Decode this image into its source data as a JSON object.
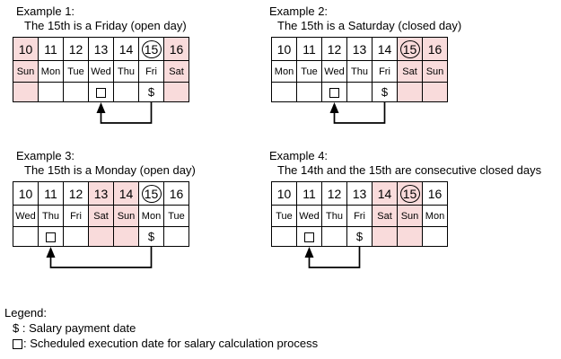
{
  "colors": {
    "closed_day_bg": "#f9dbdb",
    "table_border": "#000000",
    "arrow": "#000000",
    "text": "#000000"
  },
  "examples": [
    {
      "title": "Example 1:",
      "subtitle": "The 15th is a Friday (open day)",
      "days": [
        "10",
        "11",
        "12",
        "13",
        "14",
        "15",
        "16"
      ],
      "day_names": [
        "Sun",
        "Mon",
        "Tue",
        "Wed",
        "Thu",
        "Fri",
        "Sat"
      ],
      "closed_cols": [
        0,
        6
      ],
      "circled_col": 5,
      "execution_col": 3,
      "payment_col": 5
    },
    {
      "title": "Example 2:",
      "subtitle": "The 15th is a Saturday (closed day)",
      "days": [
        "10",
        "11",
        "12",
        "13",
        "14",
        "15",
        "16"
      ],
      "day_names": [
        "Mon",
        "Tue",
        "Wed",
        "Thu",
        "Fri",
        "Sat",
        "Sun"
      ],
      "closed_cols": [
        5,
        6
      ],
      "circled_col": 5,
      "execution_col": 2,
      "payment_col": 4
    },
    {
      "title": "Example 3:",
      "subtitle": "The 15th is a Monday (open day)",
      "days": [
        "10",
        "11",
        "12",
        "13",
        "14",
        "15",
        "16"
      ],
      "day_names": [
        "Wed",
        "Thu",
        "Fri",
        "Sat",
        "Sun",
        "Mon",
        "Tue"
      ],
      "closed_cols": [
        3,
        4
      ],
      "circled_col": 5,
      "execution_col": 1,
      "payment_col": 5
    },
    {
      "title": "Example 4:",
      "subtitle": "The 14th and the 15th are consecutive closed days",
      "days": [
        "10",
        "11",
        "12",
        "13",
        "14",
        "15",
        "16"
      ],
      "day_names": [
        "Tue",
        "Wed",
        "Thu",
        "Fri",
        "Sat",
        "Sun",
        "Mon"
      ],
      "closed_cols": [
        4,
        5
      ],
      "circled_col": 5,
      "execution_col": 1,
      "payment_col": 3
    }
  ],
  "symbols": {
    "payment": "$",
    "execution": "square-outline"
  },
  "legend": {
    "heading": "Legend:",
    "items": [
      {
        "symbol": "$",
        "symbol_type": "dollar",
        "text": " : Salary payment date"
      },
      {
        "symbol": "□",
        "symbol_type": "square",
        "text": ": Scheduled execution date for salary calculation process"
      }
    ]
  }
}
